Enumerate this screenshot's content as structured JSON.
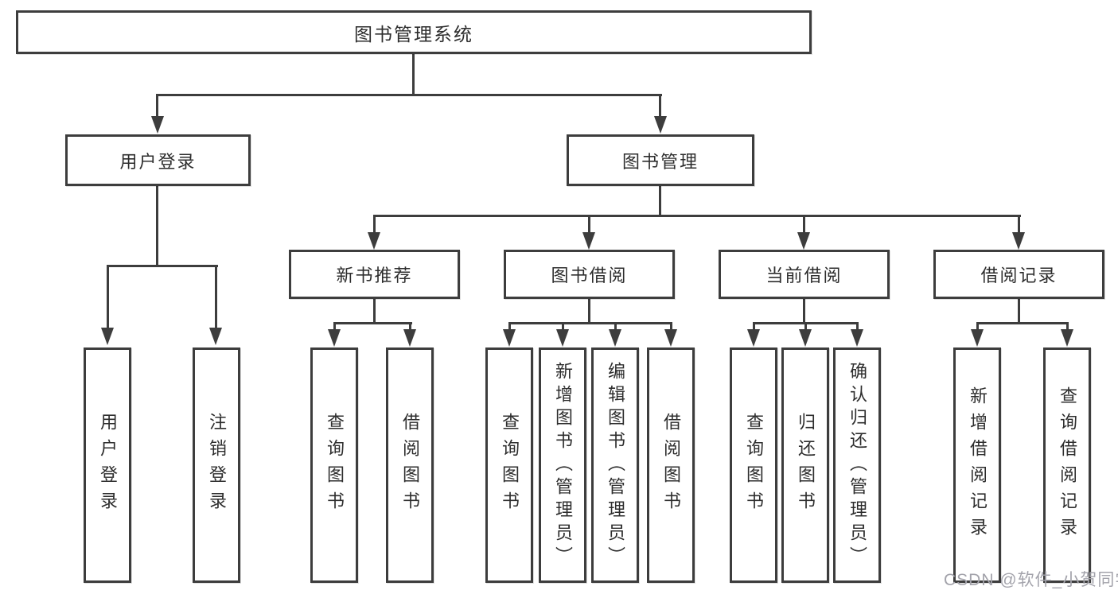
{
  "diagram_title": "图书管理系统",
  "nodes": {
    "root": "图书管理系统",
    "user_login": "用户登录",
    "book_management": "图书管理",
    "new_book_recommend": "新书推荐",
    "book_borrow": "图书借阅",
    "current_borrow": "当前借阅",
    "borrow_records": "借阅记录",
    "leaves": {
      "user_login": "用户登录",
      "logout": "注销登录",
      "query_books_a": "查询图书",
      "borrow_books_a": "借阅图书",
      "query_books_b": "查询图书",
      "add_book_admin": "新增图书（管理员）",
      "edit_book_admin": "编辑图书（管理员）",
      "borrow_books_b": "借阅图书",
      "query_books_c": "查询图书",
      "return_book": "归还图书",
      "confirm_return_admin": "确认归还（管理员）",
      "add_borrow_record": "新增借阅记录",
      "query_borrow_record": "查询借阅记录"
    }
  },
  "hierarchy": {
    "图书管理系统": {
      "用户登录": [
        "用户登录",
        "注销登录"
      ],
      "图书管理": {
        "新书推荐": [
          "查询图书",
          "借阅图书"
        ],
        "图书借阅": [
          "查询图书",
          "新增图书（管理员）",
          "编辑图书（管理员）",
          "借阅图书"
        ],
        "当前借阅": [
          "查询图书",
          "归还图书",
          "确认归还（管理员）"
        ],
        "借阅记录": [
          "新增借阅记录",
          "查询借阅记录"
        ]
      }
    }
  },
  "watermark": {
    "text": "CSDN @软件_小贺同学",
    "color": "#a3a3ab"
  },
  "colors": {
    "background": "#ffffff",
    "line": "#3d3d3d",
    "box_border": "#3d3d3d",
    "text": "#2d2d2d"
  }
}
